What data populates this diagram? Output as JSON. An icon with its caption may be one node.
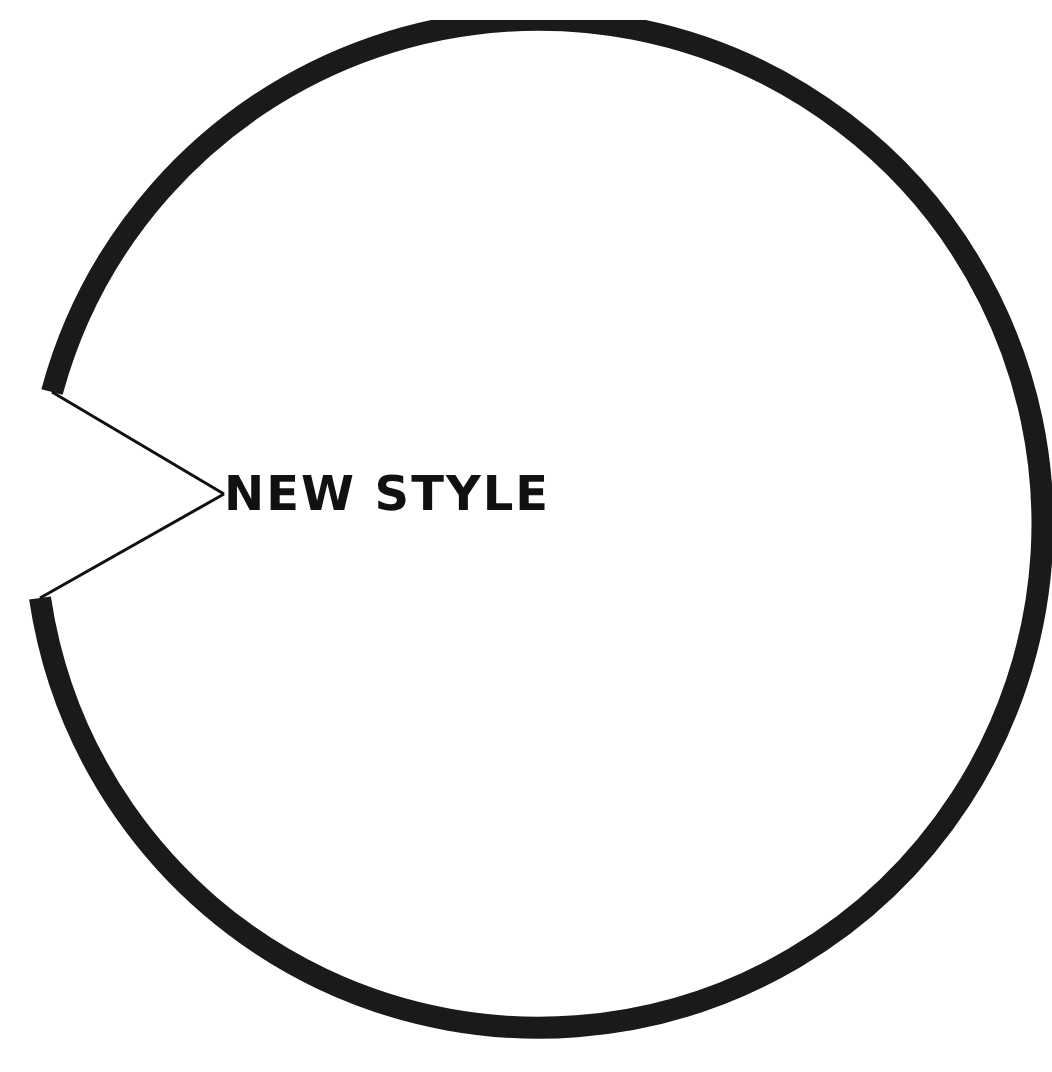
{
  "diagram": {
    "nodes": [
      {
        "text": [
          "NEW STYLE"
        ],
        "in": 1
      },
      {
        "text": [],
        "shape": "circle"
      }
    ],
    "edges": [
      {
        "from": 0,
        "to": 1,
        "arrow": "none"
      },
      {
        "from": 0,
        "to": 1,
        "arrow": "none"
      }
    ]
  }
}
